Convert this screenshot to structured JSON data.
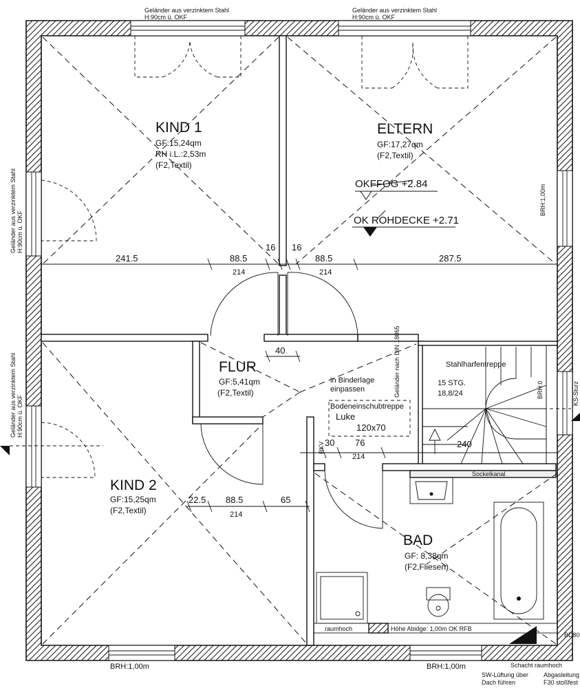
{
  "rooms": {
    "kind1": {
      "name": "KIND 1",
      "area": "GF:15,24qm",
      "height": "RH i.L.:2,53m",
      "floor": "(F2,Textil)"
    },
    "eltern": {
      "name": "ELTERN",
      "area": "GF:17,27qm",
      "floor": "(F2,Textil)"
    },
    "flur": {
      "name": "FLUR",
      "area": "GF:5,41qm",
      "floor": "(F2,Textil)"
    },
    "kind2": {
      "name": "KIND 2",
      "area": "GF:15,25qm",
      "floor": "(F2,Textil)"
    },
    "bad": {
      "name": "BAD",
      "area": "GF: 8,38qm",
      "floor": "(F2,Fliesen)"
    }
  },
  "levels": {
    "okffog": "OKFFOG +2.84",
    "rohdecke": "OK ROHDECKE +2.71"
  },
  "dimensions": {
    "d241": "241.5",
    "d88a": "88.5",
    "d214a": "214",
    "d16a": "16",
    "d16b": "16",
    "d88b": "88.5",
    "d214b": "214",
    "d287": "287.5",
    "d40": "40",
    "d30": "30",
    "d76": "76",
    "d214c": "214",
    "d240": "240",
    "d225": "22.5",
    "d88c": "88.5",
    "d65": "65",
    "d214d": "214"
  },
  "notes": {
    "rail_top_left_1": "Geländer aus verzinktem Stahl",
    "rail_top_left_2": "H:90cm ü. OKF",
    "rail_top_right_1": "Geländer aus verzinktem Stahl",
    "rail_top_right_2": "H:90cm ü. OKF",
    "rail_left_upper_1": "Geländer aus verzinktem Stahl",
    "rail_left_upper_2": "H:90cm ü. OKF",
    "rail_left_lower_1": "Geländer aus verzinktem Stahl",
    "rail_left_lower_2": "H:90cm ü. OKF",
    "brh_right": "BRH:1,00m",
    "brh_bottom_left": "BRH:1,00m",
    "brh_bottom_right": "BRH:1,00m",
    "binder_1": "in Binderlage",
    "binder_2": "einpassen",
    "rail_din": "Geländer nach DIN 18065",
    "stair_name": "Stahlharfentreppe",
    "stair_count": "15 STG.",
    "stair_ratio": "18,8/24",
    "attic_stair": "Bodeneinschubtreppe",
    "hatch": "Luke",
    "hatch_size": "120x70",
    "sockel": "Sockelkanal",
    "raumhoch": "raumhoch",
    "hoehe_abidge": "Höhe Abidge: 1,00m OK RFB",
    "brh_stair": "BRH:0",
    "ks_sturz": "KS-Sturz",
    "bd80": "BD80",
    "schacht": "Schacht raumhoch",
    "sw_1": "SW-Lüftung über",
    "sw_2": "Dach führen",
    "abgas_1": "Abgasleitung",
    "abgas_2": "F30 stoßfest",
    "rkv": "RKV"
  }
}
